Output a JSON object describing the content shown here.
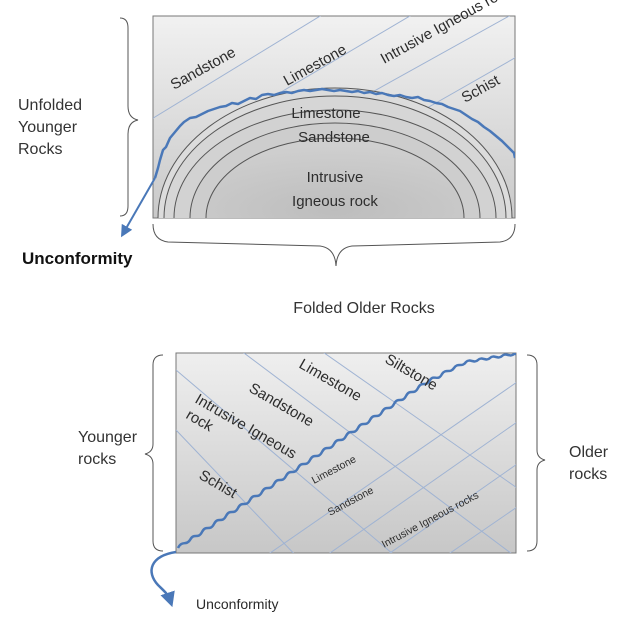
{
  "top_diagram": {
    "younger_layers": [
      "Sandstone",
      "Limestone",
      "Intrusive Igneous rock",
      "Schist"
    ],
    "folded_layers": [
      "Limestone",
      "Sandstone",
      "Intrusive Igneous rock"
    ],
    "left_label": "Unfolded Younger Rocks",
    "bottom_label": "Folded Older Rocks",
    "unconformity_label": "Unconformity"
  },
  "bottom_diagram": {
    "upper_layers": [
      "Siltstone",
      "Limestone",
      "Sandstone",
      "Intrusive Igneous rock",
      "Schist"
    ],
    "lower_layers": [
      "Limestone",
      "Sandstone",
      "Intrusive Igneous rocks"
    ],
    "left_label": "Younger rocks",
    "right_label": "Older rocks",
    "unconformity_label": "Unconformity"
  },
  "colors": {
    "unconformity_line": "#4a78b8",
    "layer_line": "#8fa6c9",
    "rock_fill": "#d4d4d4"
  }
}
